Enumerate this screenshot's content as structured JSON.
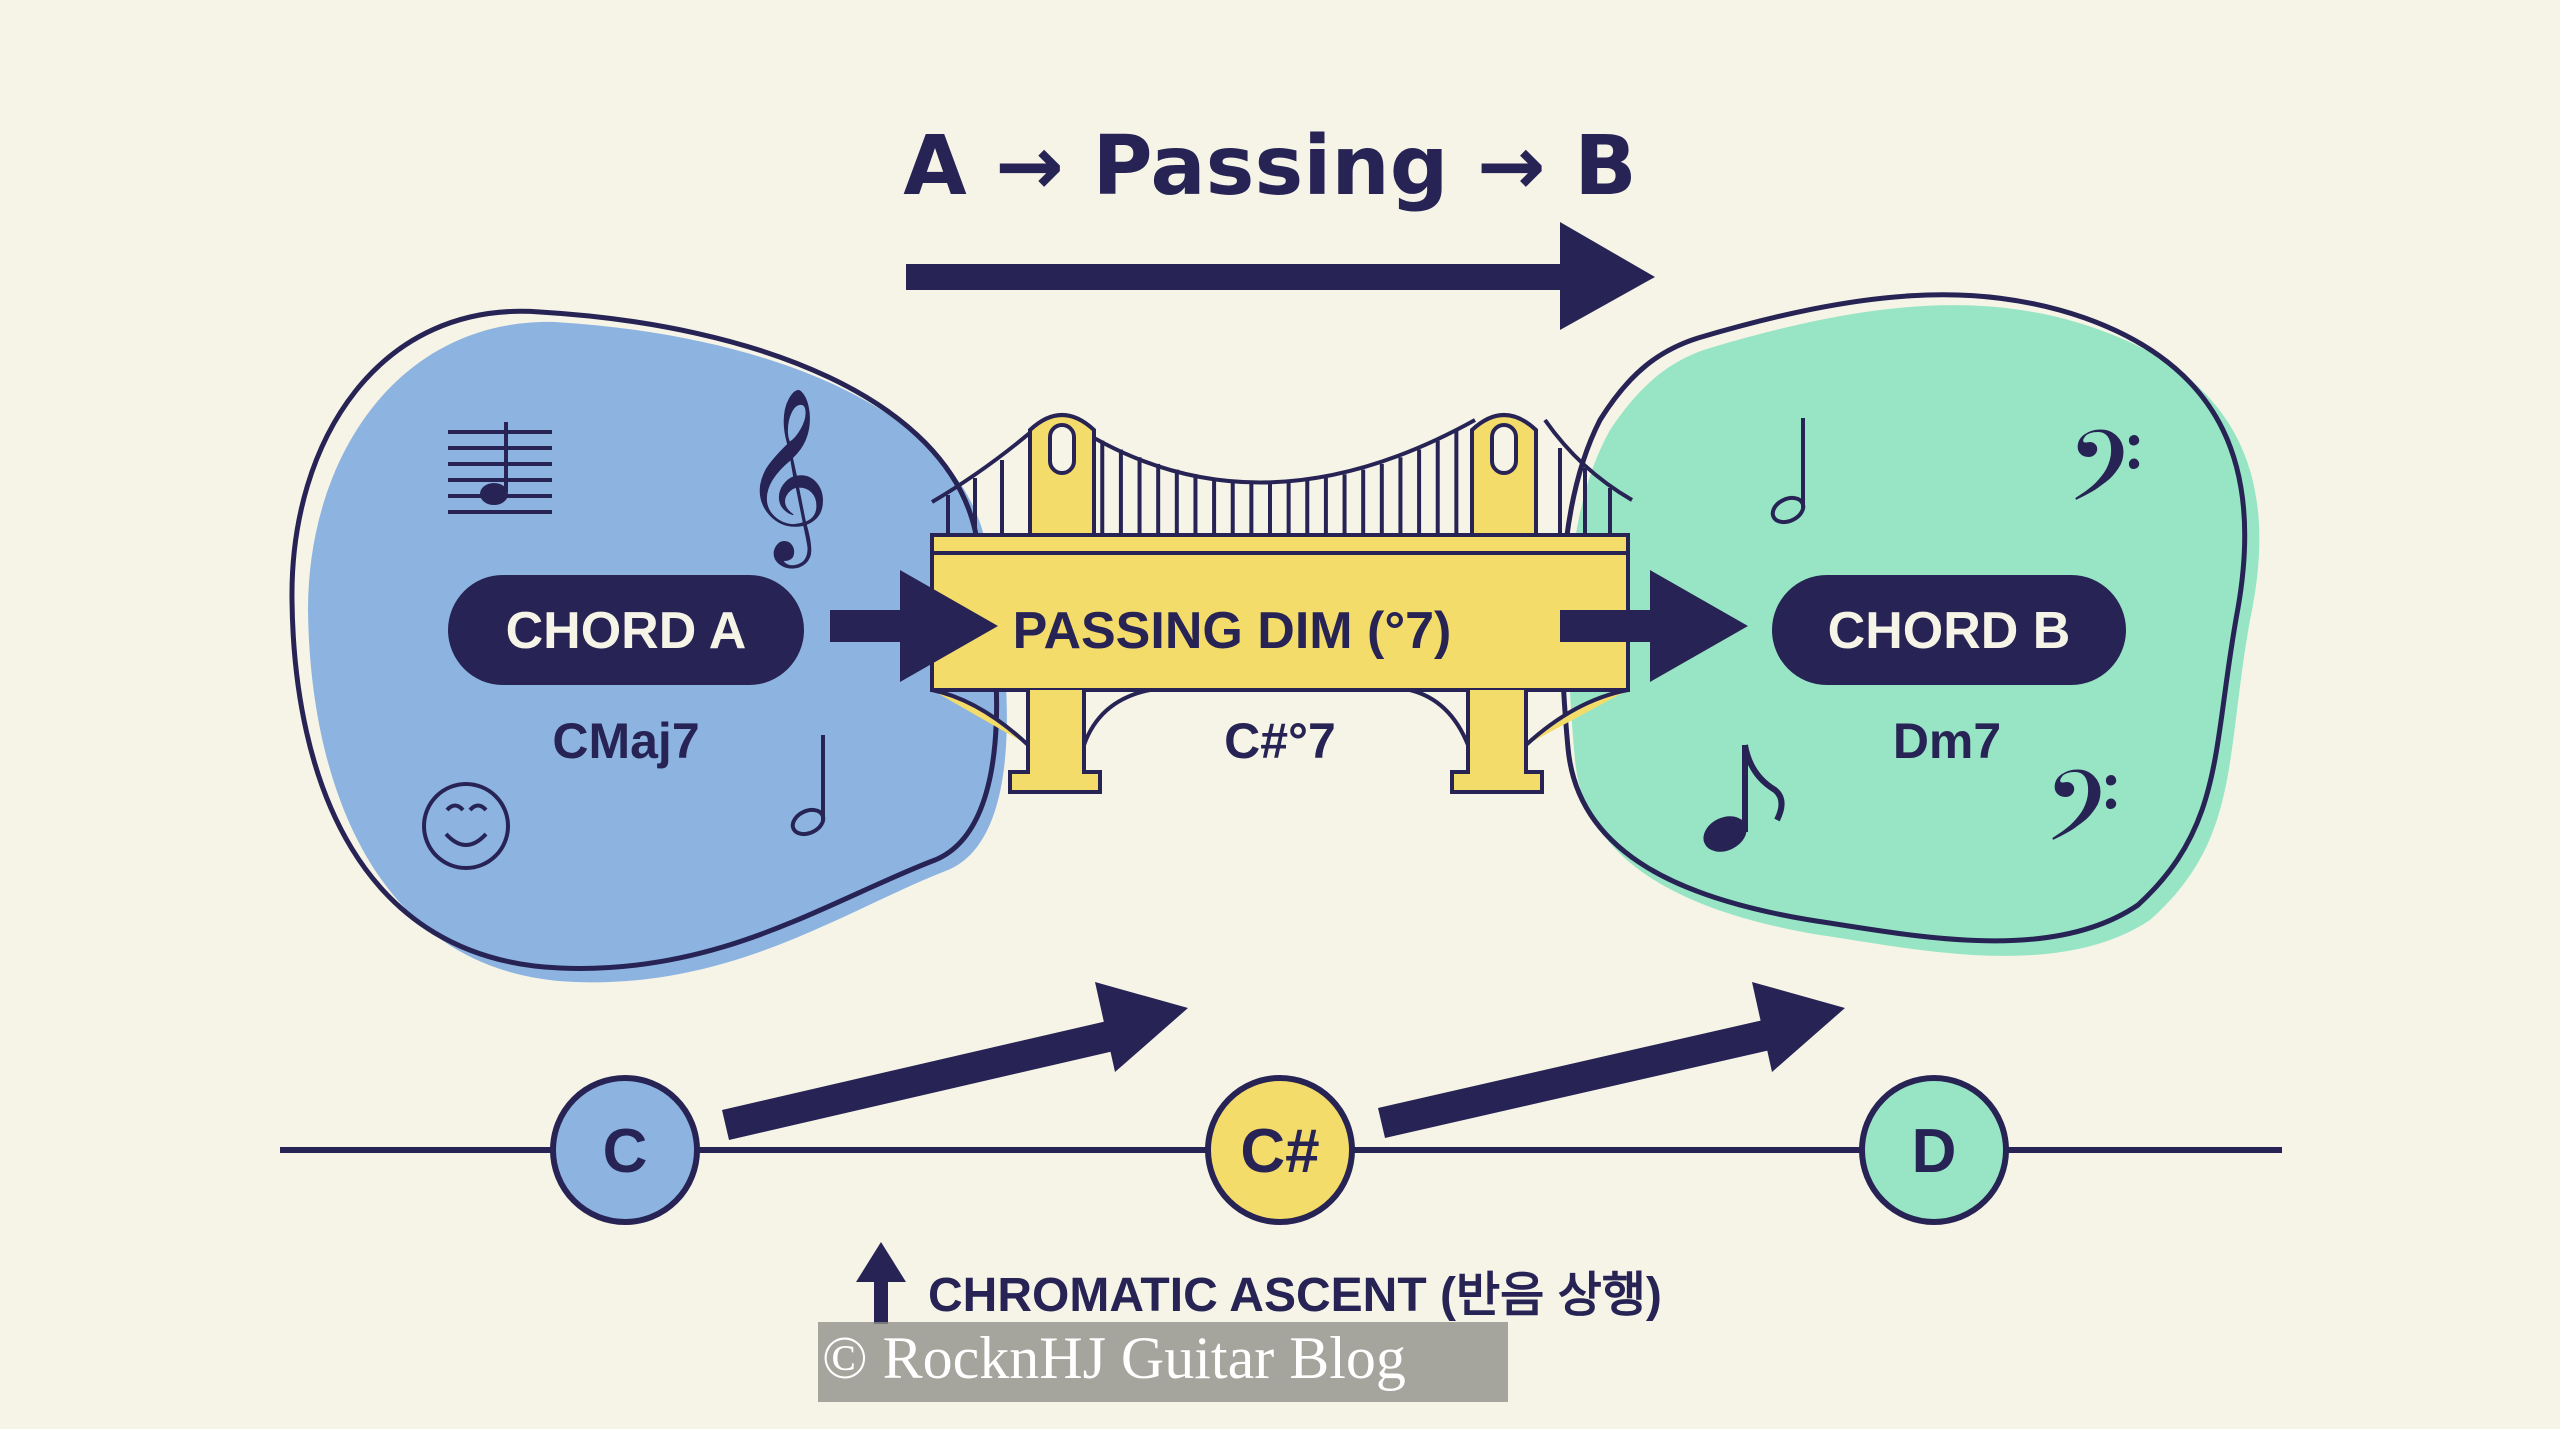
{
  "title": "A → Passing → B",
  "colors": {
    "ink": "#272455",
    "background": "#f6f4e7",
    "chord_a": "#8db4e0",
    "passing": "#f4dc6a",
    "chord_b": "#98e5c5"
  },
  "chord_a": {
    "label": "CHORD A",
    "name": "CMaj7",
    "icons": [
      "sheet-music-icon",
      "treble-clef-icon",
      "smiley-icon",
      "half-note-icon"
    ]
  },
  "passing": {
    "label": "PASSING DIM (°7)",
    "name": "C#°7",
    "icon": "bridge-icon"
  },
  "chord_b": {
    "label": "CHORD B",
    "name": "Dm7",
    "icons": [
      "half-note-icon",
      "bass-clef-icon",
      "eighth-note-icon",
      "bass-clef-icon"
    ]
  },
  "notes": [
    {
      "label": "C",
      "color": "#8db4e0"
    },
    {
      "label": "C#",
      "color": "#f4dc6a"
    },
    {
      "label": "D",
      "color": "#98e5c5"
    }
  ],
  "caption": "CHROMATIC ASCENT (반음 상행)",
  "watermark": "© RocknHJ Guitar Blog"
}
